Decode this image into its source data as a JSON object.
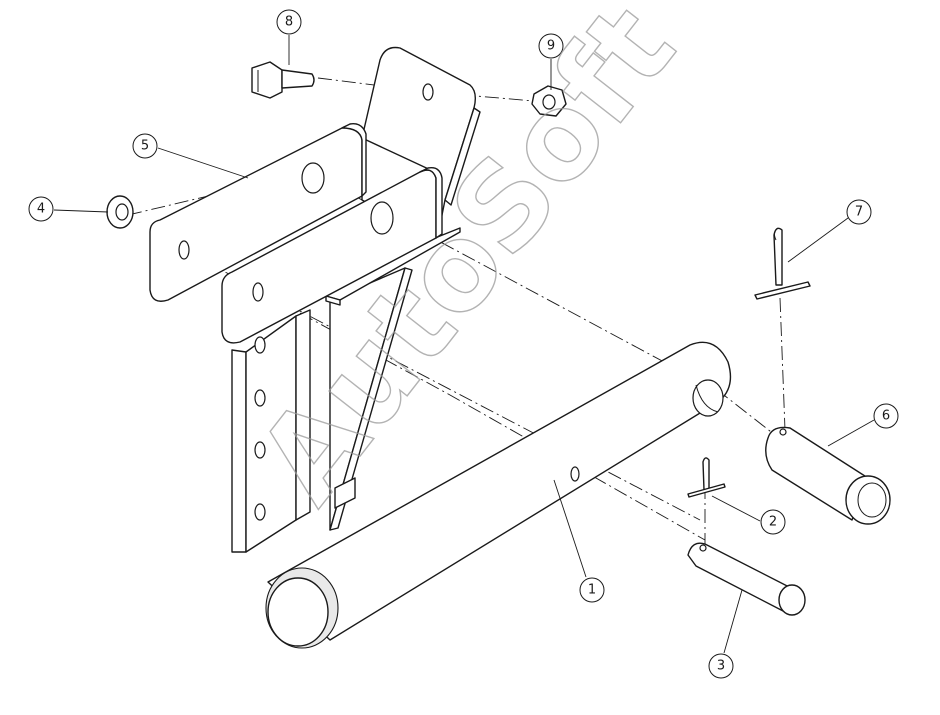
{
  "watermark": "AutoSoft",
  "callouts": [
    {
      "id": "1",
      "part": "main tube"
    },
    {
      "id": "2",
      "part": "cotter pin lower"
    },
    {
      "id": "3",
      "part": "lower pin"
    },
    {
      "id": "4",
      "part": "washer"
    },
    {
      "id": "5",
      "part": "bracket plate"
    },
    {
      "id": "6",
      "part": "upper pin"
    },
    {
      "id": "7",
      "part": "cotter pin upper"
    },
    {
      "id": "8",
      "part": "bolt"
    },
    {
      "id": "9",
      "part": "nut"
    }
  ]
}
